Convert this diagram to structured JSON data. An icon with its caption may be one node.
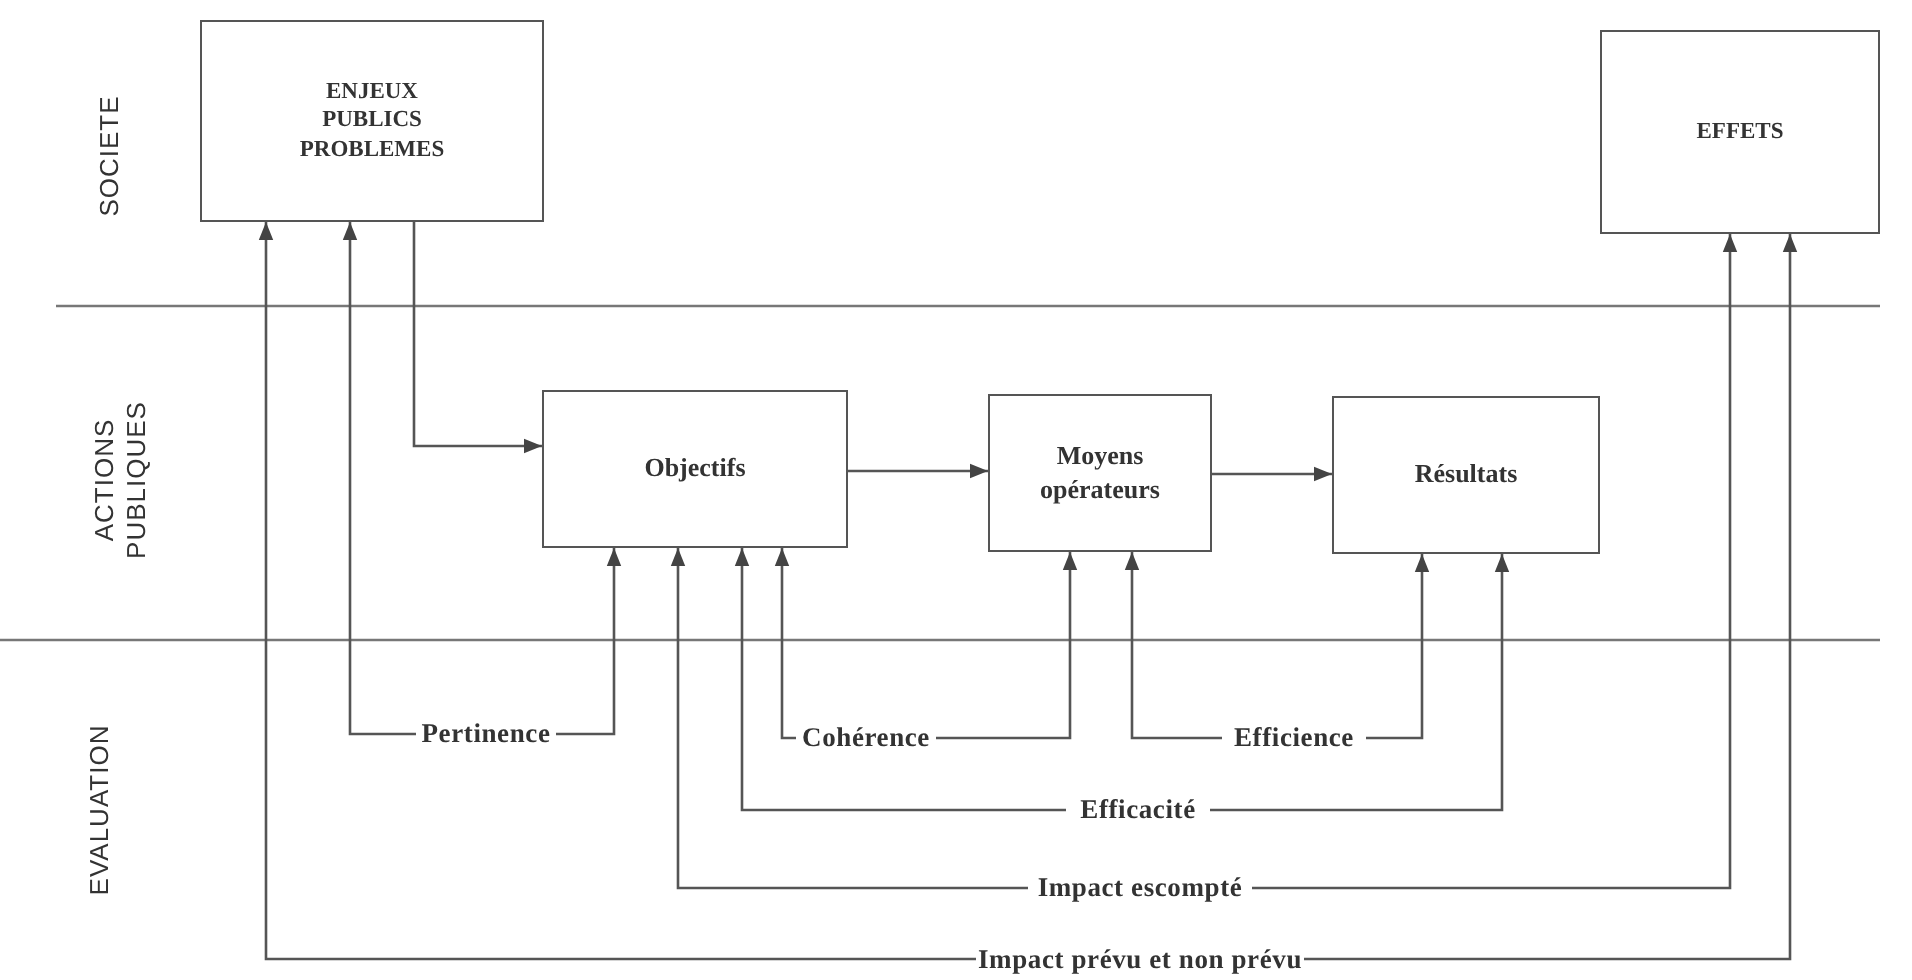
{
  "diagram": {
    "nodes": [
      {
        "text": [
          "ENJEUX PUBLICS PROBLEMES"
        ]
      },
      {
        "text": [
          "EFFETS"
        ]
      },
      {
        "text": [
          "Objectifs"
        ]
      },
      {
        "text": [
          "Moyens opérateurs"
        ]
      },
      {
        "text": [
          "Résultats"
        ]
      },
      {
        "text": [
          "Pertinence"
        ]
      },
      {
        "text": [
          "Cohérence"
        ]
      },
      {
        "text": [
          "Efficience"
        ]
      },
      {
        "text": [
          "Efficacité"
        ]
      },
      {
        "text": [
          "Impact escompté"
        ]
      },
      {
        "text": [
          "Impact prévu et non prévu"
        ]
      }
    ],
    "edges": [
      {
        "from": 0,
        "to": 2,
        "arrow": "to"
      },
      {
        "from": 2,
        "to": 3,
        "arrow": "to"
      },
      {
        "from": 3,
        "to": 4,
        "arrow": "to"
      },
      {
        "from": 5,
        "to": 0,
        "arrow": "to"
      },
      {
        "from": 5,
        "to": 2,
        "arrow": "to"
      },
      {
        "from": 6,
        "to": 2,
        "arrow": "to"
      },
      {
        "from": 6,
        "to": 3,
        "arrow": "to"
      },
      {
        "from": 7,
        "to": 3,
        "arrow": "to"
      },
      {
        "from": 7,
        "to": 4,
        "arrow": "to"
      },
      {
        "from": 8,
        "to": 2,
        "arrow": "to"
      },
      {
        "from": 8,
        "to": 4,
        "arrow": "to"
      },
      {
        "from": 9,
        "to": 2,
        "arrow": "to"
      },
      {
        "from": 9,
        "to": 1,
        "arrow": "to"
      },
      {
        "from": 10,
        "to": 0,
        "arrow": "to"
      },
      {
        "from": 10,
        "to": 1,
        "arrow": "to"
      }
    ],
    "labels": [
      "SOCIETE",
      "ACTIONS PUBLIQUES",
      "EVALUATION"
    ]
  }
}
